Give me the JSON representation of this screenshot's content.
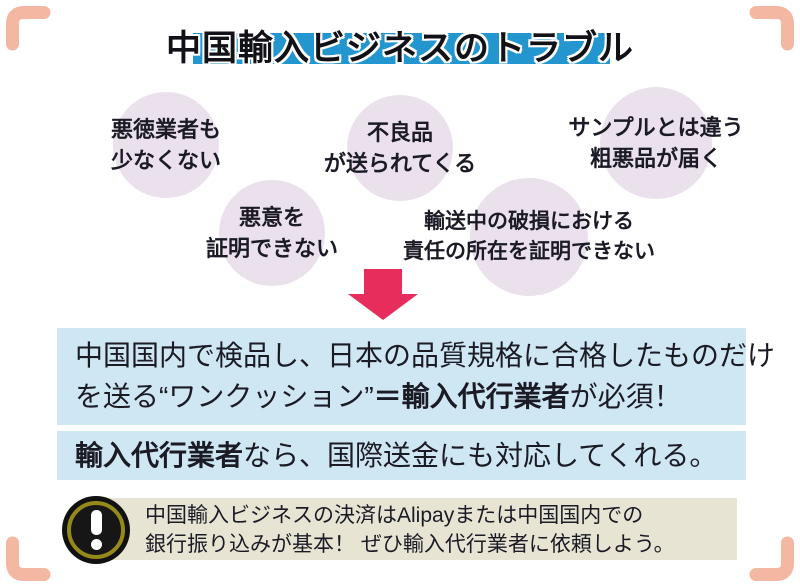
{
  "title": {
    "text": "中国輸入ビジネスのトラブル"
  },
  "colors": {
    "title_band": "#2395cf",
    "bubble": "#ebe1ec",
    "arrow": "#e62d5b",
    "solution_box": "#cfe6f3",
    "note_box": "#e7e4d3",
    "corner_bracket": "#f4b7a1",
    "icon_ring": "#95891c",
    "text": "#1b1b25"
  },
  "trouble_bubbles": [
    {
      "lines": [
        "悪徳業者も",
        "少なくない"
      ]
    },
    {
      "lines": [
        "不良品",
        "が送られてくる"
      ]
    },
    {
      "lines": [
        "サンプルとは違う",
        "粗悪品が届く"
      ]
    },
    {
      "lines": [
        "悪意を",
        "証明できない"
      ]
    },
    {
      "lines": [
        "輸送中の破損における",
        "責任の所在を証明できない"
      ]
    }
  ],
  "solution_box1": {
    "line1": "中国国内で検品し、日本の品質規格に合格したものだけ",
    "line2_pre": "を送る“ワンクッション”",
    "line2_bold": "＝輸入代行業者",
    "line2_post": "が必須！"
  },
  "solution_box2": {
    "bold": "輸入代行業者",
    "rest": "なら、国際送金にも対応してくれる。"
  },
  "note": {
    "icon": "exclamation-icon",
    "line1": "中国輸入ビジネスの決済はAlipayまたは中国国内での",
    "line2": "銀行振り込みが基本！ ぜひ輸入代行業者に依頼しよう。"
  }
}
